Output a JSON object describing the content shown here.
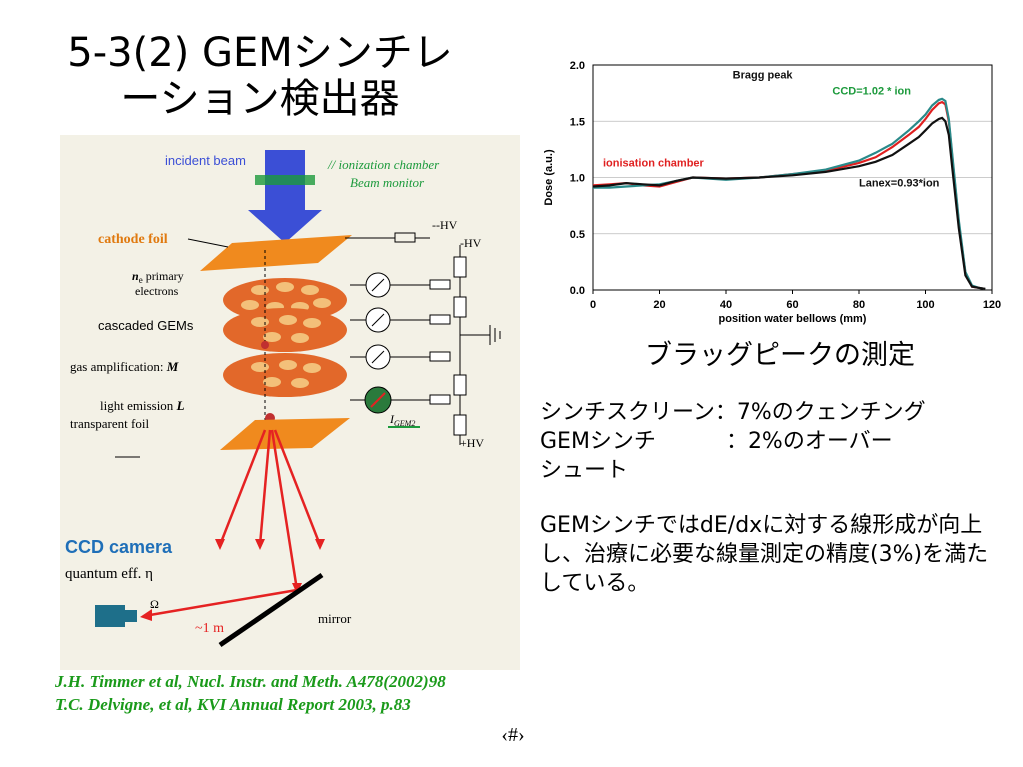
{
  "title": {
    "line1": "5-3(2) GEMシンチレ",
    "line2": "ーション検出器"
  },
  "diagram": {
    "incident_beam": "incident beam",
    "handwritten_1": "// ionization chamber",
    "handwritten_2": "Beam monitor",
    "cathode_foil": "cathode foil",
    "minus_hv_top": "--HV",
    "minus_hv": "-HV",
    "ne_primary": "n",
    "ne_sub": "e",
    "ne_primary_rest": " primary",
    "electrons": "electrons",
    "cascaded_gems": "cascaded GEMs",
    "gas_amp": "gas amplification: ",
    "gas_amp_m": "M",
    "light_emission": "light emission ",
    "light_emission_l": "L",
    "transparent_foil": "transparent foil",
    "igem": "I",
    "igem_sub": "GEM2",
    "plus_hv": "+HV",
    "ccd_camera": "CCD camera",
    "quantum_eff": "quantum eff. η",
    "omega": "Ω",
    "one_m": "~1 m",
    "mirror": "mirror",
    "colors": {
      "beam": "#3b4fd6",
      "foil": "#f08a1e",
      "gem": "#e2682a",
      "ccd_text": "#1f6fb8",
      "red": "#e52222",
      "green": "#1c9a3c"
    }
  },
  "chart_data": {
    "type": "line",
    "xlabel": "position water bellows (mm)",
    "ylabel": "Dose (a.u.)",
    "xlim": [
      0,
      120
    ],
    "ylim": [
      0,
      2.0
    ],
    "xticks": [
      "0",
      "20",
      "40",
      "60",
      "80",
      "100",
      "120"
    ],
    "yticks": [
      "0.0",
      "0.5",
      "1.0",
      "1.5",
      "2.0"
    ],
    "grid": true,
    "annotations": {
      "bragg": "Bragg peak",
      "ccd": "CCD=1.02 * ion",
      "ionisation": "ionisation chamber",
      "lanex": "Lanex=0.93*ion"
    },
    "series": [
      {
        "name": "ionisation chamber",
        "color": "#e02020",
        "x": [
          0,
          5,
          10,
          15,
          20,
          25,
          30,
          40,
          50,
          60,
          70,
          80,
          85,
          90,
          95,
          98,
          100,
          102,
          104,
          105,
          106,
          107,
          108,
          110,
          112,
          114,
          116,
          118
        ],
        "y": [
          0.93,
          0.94,
          0.95,
          0.93,
          0.92,
          0.96,
          1.0,
          0.99,
          1.0,
          1.03,
          1.06,
          1.13,
          1.18,
          1.27,
          1.38,
          1.45,
          1.52,
          1.6,
          1.66,
          1.67,
          1.65,
          1.5,
          1.2,
          0.6,
          0.15,
          0.03,
          0.02,
          0.01
        ]
      },
      {
        "name": "CCD",
        "color": "#2a8a8a",
        "x": [
          0,
          5,
          10,
          15,
          20,
          25,
          30,
          40,
          50,
          60,
          70,
          80,
          85,
          90,
          95,
          98,
          100,
          102,
          104,
          105,
          106,
          107,
          108,
          110,
          112,
          114,
          116,
          118
        ],
        "y": [
          0.91,
          0.91,
          0.92,
          0.93,
          0.94,
          0.97,
          1.0,
          0.98,
          1.0,
          1.03,
          1.07,
          1.15,
          1.22,
          1.3,
          1.42,
          1.5,
          1.56,
          1.64,
          1.69,
          1.7,
          1.68,
          1.52,
          1.22,
          0.62,
          0.16,
          0.04,
          0.02,
          0.01
        ]
      },
      {
        "name": "Lanex",
        "color": "#111111",
        "x": [
          0,
          5,
          10,
          15,
          20,
          25,
          30,
          40,
          50,
          60,
          70,
          80,
          85,
          90,
          95,
          98,
          100,
          102,
          104,
          105,
          106,
          107,
          108,
          110,
          112,
          114,
          116,
          118
        ],
        "y": [
          0.92,
          0.93,
          0.95,
          0.94,
          0.93,
          0.97,
          1.0,
          0.99,
          1.0,
          1.02,
          1.05,
          1.1,
          1.14,
          1.2,
          1.3,
          1.36,
          1.42,
          1.48,
          1.52,
          1.53,
          1.5,
          1.38,
          1.1,
          0.55,
          0.13,
          0.03,
          0.02,
          0.01
        ]
      }
    ]
  },
  "caption": "ブラッグピークの測定",
  "bullets": {
    "line1": "シンチスクリーン：7%のクェンチング",
    "line2a": "GEMシンチ",
    "line2b": "：2%のオーバー",
    "line3": "シュート",
    "para": "GEMシンチではdE/dxに対する線形成が向上し、治療に必要な線量測定の精度(3%)を満たしている。"
  },
  "refs": {
    "ref1": "J.H. Timmer et al, Nucl. Instr. and Meth. A478(2002)98",
    "ref2": "T.C. Delvigne, et al, KVI Annual Report 2003, p.83"
  },
  "page_number": "‹#›"
}
